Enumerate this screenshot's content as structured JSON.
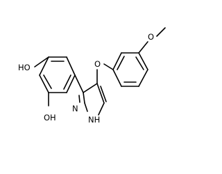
{
  "molecule": {
    "atoms": {
      "ho_top": "HO",
      "oh_bottom": "OH",
      "n_ring": "N",
      "nh_ring": "NH",
      "nh_h": "H",
      "ether_o": "O",
      "methoxy_o": "O"
    },
    "colors": {
      "bond": "#000000",
      "text": "#000000"
    }
  }
}
